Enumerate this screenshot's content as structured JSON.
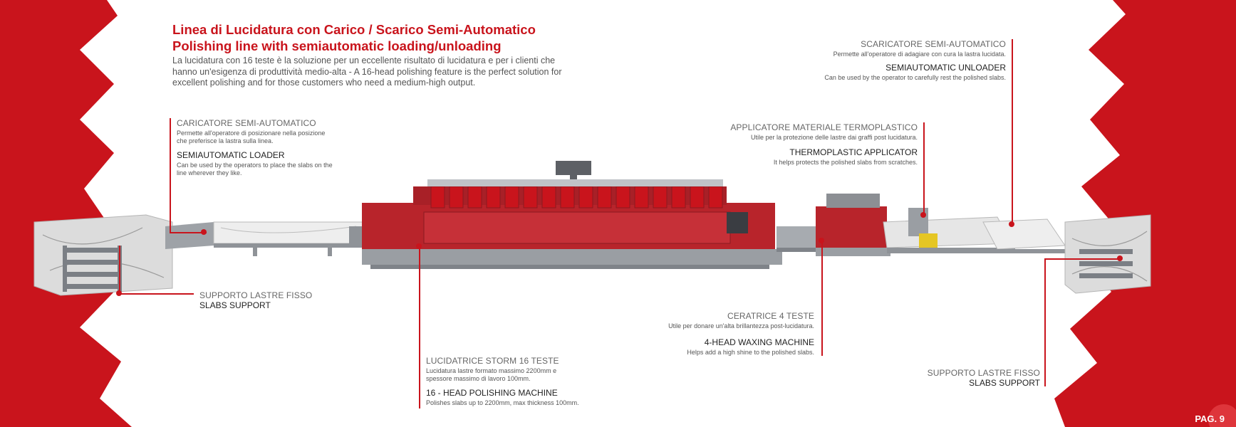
{
  "header": {
    "title_it": "Linea di Lucidatura con Carico / Scarico Semi-Automatico",
    "title_en": "Polishing line with semiautomatic loading/unloading",
    "intro_line1": "La lucidatura con 16 teste è la soluzione per un eccellente risultato di lucidatura e per i clienti che",
    "intro_line2": "hanno un'esigenza di produttività medio-alta - A 16-head polishing feature is the perfect solution for",
    "intro_line3": "excellent polishing and for those customers who need a medium-high output."
  },
  "labels": {
    "loader": {
      "it": "CARICATORE SEMI-AUTOMATICO",
      "it_desc_1": "Permette all'operatore di posizionare nella posizione",
      "it_desc_2": "che preferisce la lastra sulla linea.",
      "en": "SEMIAUTOMATIC LOADER",
      "en_desc_1": "Can be used by the operators to place the slabs on the",
      "en_desc_2": "line wherever they like."
    },
    "support_left": {
      "it": "SUPPORTO LASTRE FISSO",
      "en": "SLABS SUPPORT"
    },
    "polisher": {
      "it": "LUCIDATRICE STORM 16 TESTE",
      "it_desc_1": "Lucidatura lastre formato massimo 2200mm e",
      "it_desc_2": "spessore massimo di lavoro 100mm.",
      "en": "16 - HEAD POLISHING MACHINE",
      "en_desc_1": "Polishes slabs up to 2200mm, max thickness 100mm."
    },
    "waxing": {
      "it": "CERATRICE 4 TESTE",
      "it_desc_1": "Utile per donare un'alta brillantezza post-lucidatura.",
      "en": "4-HEAD WAXING MACHINE",
      "en_desc_1": "Helps add a high shine to the polished slabs."
    },
    "applicator": {
      "it": "APPLICATORE MATERIALE TERMOPLASTICO",
      "it_desc_1": "Utile per la protezione delle lastre dai graffi post lucidatura.",
      "en": "THERMOPLASTIC APPLICATOR",
      "en_desc_1": "It helps protects the polished slabs from scratches."
    },
    "unloader": {
      "it": "SCARICATORE SEMI-AUTOMATICO",
      "it_desc_1": "Permette all'operatore di adagiare con cura la lastra lucidata.",
      "en": "SEMIAUTOMATIC UNLOADER",
      "en_desc_1": "Can be used by the operator to carefully rest the polished slabs."
    },
    "support_right": {
      "it": "SUPPORTO LASTRE FISSO",
      "en": "SLABS SUPPORT"
    }
  },
  "footer": {
    "page": "PAG. 9"
  },
  "colors": {
    "brand_red": "#c9141c",
    "machine_red": "#b8242b",
    "machine_grey": "#8c8f94",
    "text_dark": "#222222"
  }
}
